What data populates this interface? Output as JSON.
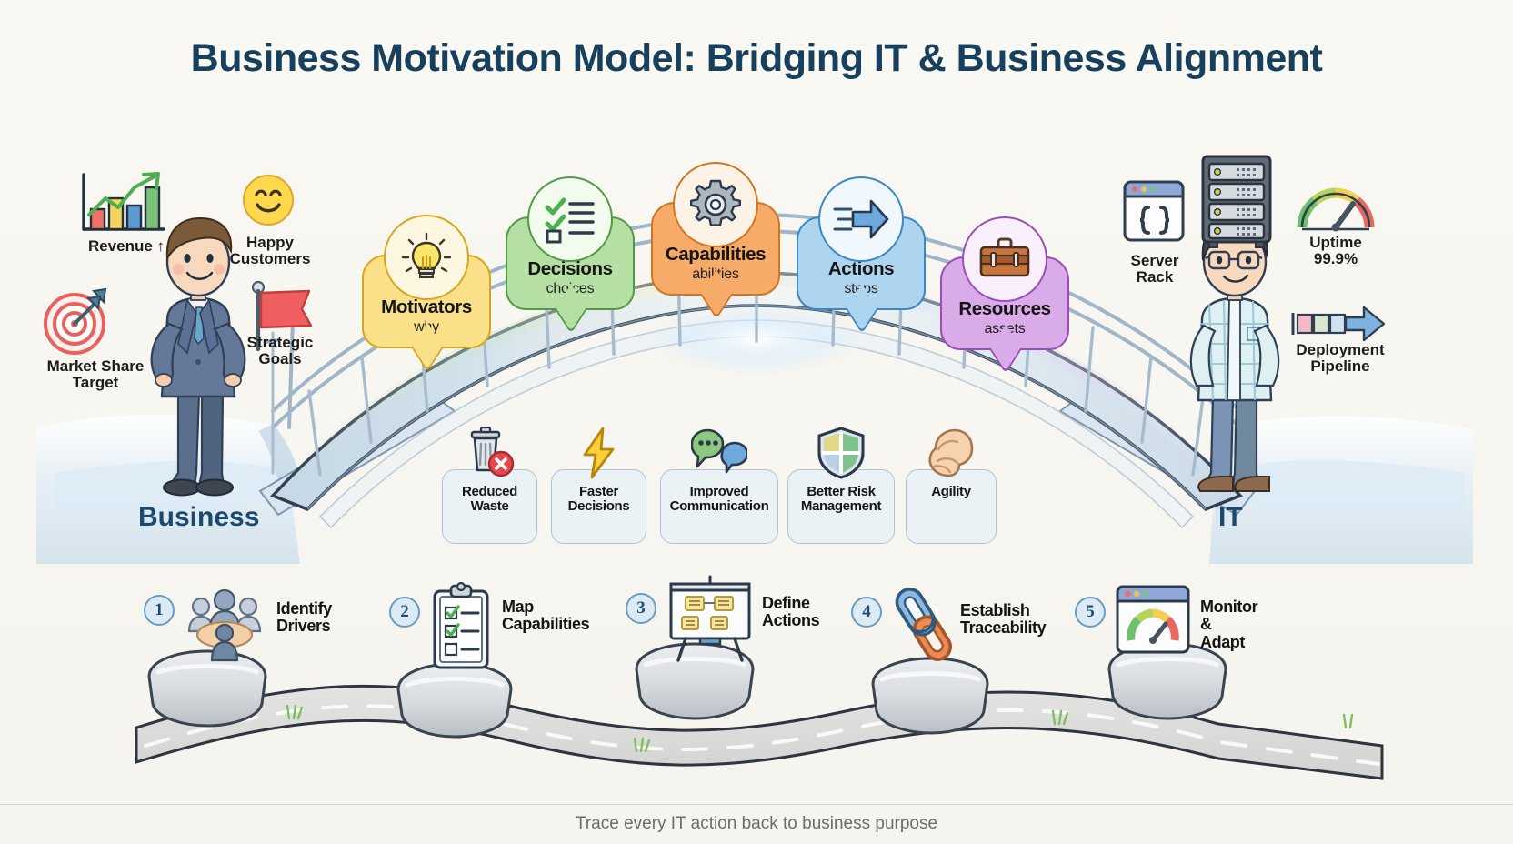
{
  "title": "Business Motivation Model: Bridging IT & Business Alignment",
  "footer": "Trace every IT action back to business purpose",
  "colors": {
    "background": "#f8f6f0",
    "title": "#17405f",
    "side_label": "#1b4a71",
    "pin_yellow": "#f7d95c",
    "pin_green": "#9bd08a",
    "pin_orange": "#f4a361",
    "pin_blue": "#a9d1ee",
    "pin_purple": "#d3a7e3",
    "benefit_card": "#e5f0f7",
    "step_badge": "#dbeaf4",
    "footer_text": "#6c6c6c"
  },
  "business": {
    "label": "Business",
    "icons": [
      {
        "name": "bar-chart-growth-icon",
        "caption": "Revenue ↑"
      },
      {
        "name": "smiley-face-icon",
        "caption": "Happy\nCustomers"
      },
      {
        "name": "target-dartboard-icon",
        "caption": "Market Share\nTarget"
      },
      {
        "name": "red-flag-icon",
        "caption": "Strategic\nGoals"
      }
    ]
  },
  "it": {
    "label": "IT",
    "icons": [
      {
        "name": "code-window-icon",
        "caption": "Server\nRack"
      },
      {
        "name": "server-rack-icon",
        "caption": ""
      },
      {
        "name": "gauge-uptime-icon",
        "caption": "Uptime\n99.9%"
      },
      {
        "name": "pipeline-arrow-icon",
        "caption": "Deployment\nPipeline"
      }
    ]
  },
  "bridge_pins": [
    {
      "title": "Motivators",
      "subtitle": "why",
      "icon": "lightbulb-icon",
      "fill": "#fbe08a",
      "stroke": "#d7a61e"
    },
    {
      "title": "Decisions",
      "subtitle": "choices",
      "icon": "checklist-icon",
      "fill": "#b6dfa4",
      "stroke": "#4f9a47"
    },
    {
      "title": "Capabilities",
      "subtitle": "abilities",
      "icon": "gear-icon",
      "fill": "#f6ab69",
      "stroke": "#d07522"
    },
    {
      "title": "Actions",
      "subtitle": "steps",
      "icon": "arrow-right-icon",
      "fill": "#aed5f0",
      "stroke": "#3b87c4"
    },
    {
      "title": "Resources",
      "subtitle": "assets",
      "icon": "toolbox-icon",
      "fill": "#d9abe8",
      "stroke": "#9a4dba"
    }
  ],
  "benefits": [
    {
      "label": "Reduced\nWaste",
      "icon": "trash-remove-icon"
    },
    {
      "label": "Faster\nDecisions",
      "icon": "lightning-bolt-icon"
    },
    {
      "label": "Improved\nCommunication",
      "icon": "speech-bubbles-icon"
    },
    {
      "label": "Better Risk\nManagement",
      "icon": "shield-icon"
    },
    {
      "label": "Agility",
      "icon": "flexed-bicep-icon"
    }
  ],
  "steps": [
    {
      "number": "1",
      "label": "Identify\nDrivers",
      "icon": "people-group-icon"
    },
    {
      "number": "2",
      "label": "Map\nCapabilities",
      "icon": "clipboard-checklist-icon"
    },
    {
      "number": "3",
      "label": "Define\nActions",
      "icon": "whiteboard-notes-icon"
    },
    {
      "number": "4",
      "label": "Establish\nTraceability",
      "icon": "chain-link-icon"
    },
    {
      "number": "5",
      "label": "Monitor\n& Adapt",
      "icon": "dashboard-gauge-icon"
    }
  ]
}
